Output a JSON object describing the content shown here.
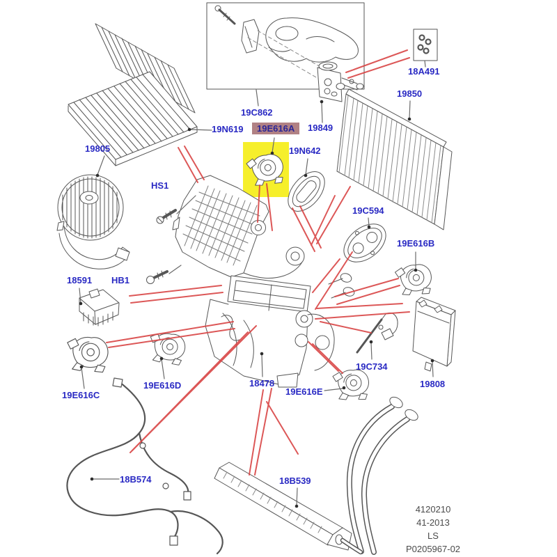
{
  "diagram": {
    "type": "exploded-parts-diagram",
    "subject": "heater and air conditioning unit",
    "highlighted_part": "19E616A",
    "labels": [
      {
        "text": "19805"
      },
      {
        "text": "HS1"
      },
      {
        "text": "19N619"
      },
      {
        "text": "19C862"
      },
      {
        "text": "19E616A",
        "highlighted": true
      },
      {
        "text": "19849"
      },
      {
        "text": "19N642"
      },
      {
        "text": "18A491"
      },
      {
        "text": "19850"
      },
      {
        "text": "19C594"
      },
      {
        "text": "19E616B"
      },
      {
        "text": "18591"
      },
      {
        "text": "HB1"
      },
      {
        "text": "19E616C"
      },
      {
        "text": "19E616D"
      },
      {
        "text": "18478"
      },
      {
        "text": "19E616E"
      },
      {
        "text": "19C734"
      },
      {
        "text": "19808"
      },
      {
        "text": "18B574"
      },
      {
        "text": "18B539"
      }
    ],
    "colors": {
      "label_blue": "#2929c3",
      "leader_red": "#d94545",
      "line_gray": "#565656",
      "highlight_yellow": "#f6ef2b",
      "highlight_label_bg": "#b18184",
      "background": "#ffffff"
    }
  },
  "footer": {
    "lines": [
      "4120210",
      "41-2013",
      "LS",
      "P0205967-02"
    ]
  }
}
